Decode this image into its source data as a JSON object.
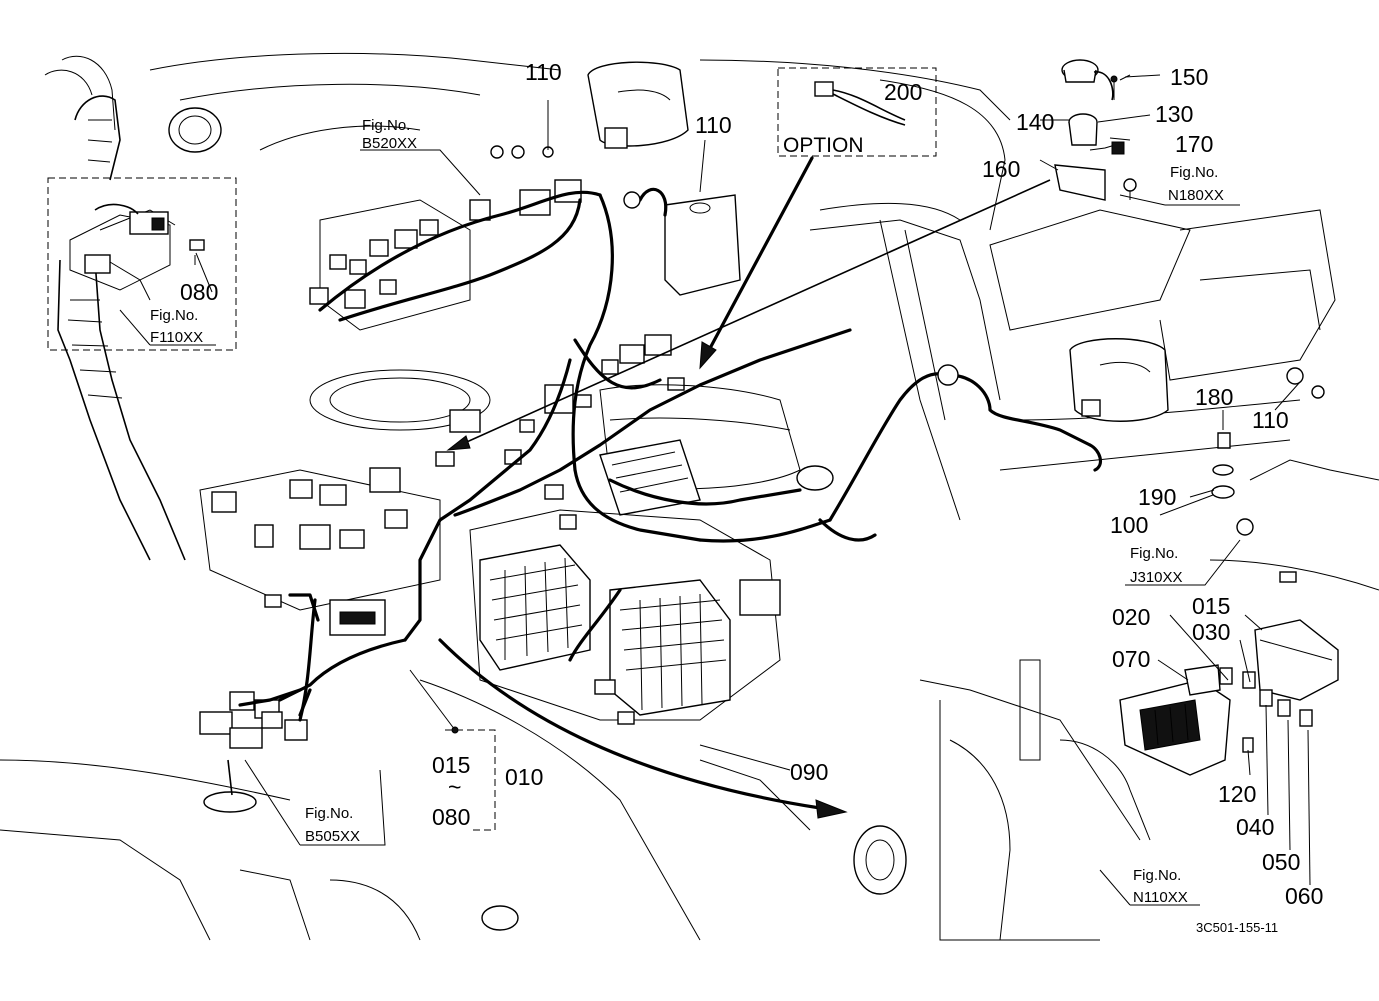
{
  "labels": {
    "p110_top": "110",
    "p110_mid": "110",
    "p110_right": "110",
    "p200": "200",
    "p150": "150",
    "p140": "140",
    "p130": "130",
    "p170": "170",
    "p160": "160",
    "p080_inset": "080",
    "p180": "180",
    "p190": "190",
    "p100": "100",
    "p020": "020",
    "p015_right": "015",
    "p030": "030",
    "p070": "070",
    "p120": "120",
    "p040": "040",
    "p050": "050",
    "p060": "060",
    "p090": "090",
    "p015_group": "015",
    "group_tilde": "~",
    "p080_group": "080",
    "p010": "010"
  },
  "option_label": "OPTION",
  "figure_refs": {
    "b520_line1": "Fig.No.",
    "b520_line2": "B520XX",
    "n180_line1": "Fig.No.",
    "n180_line2": "N180XX",
    "f110_line1": "Fig.No.",
    "f110_line2": "F110XX",
    "j310_line1": "Fig.No.",
    "j310_line2": "J310XX",
    "b505_line1": "Fig.No.",
    "b505_line2": "B505XX",
    "n110_line1": "Fig.No.",
    "n110_line2": "N110XX"
  },
  "drawing_code": "3C501-155-11"
}
